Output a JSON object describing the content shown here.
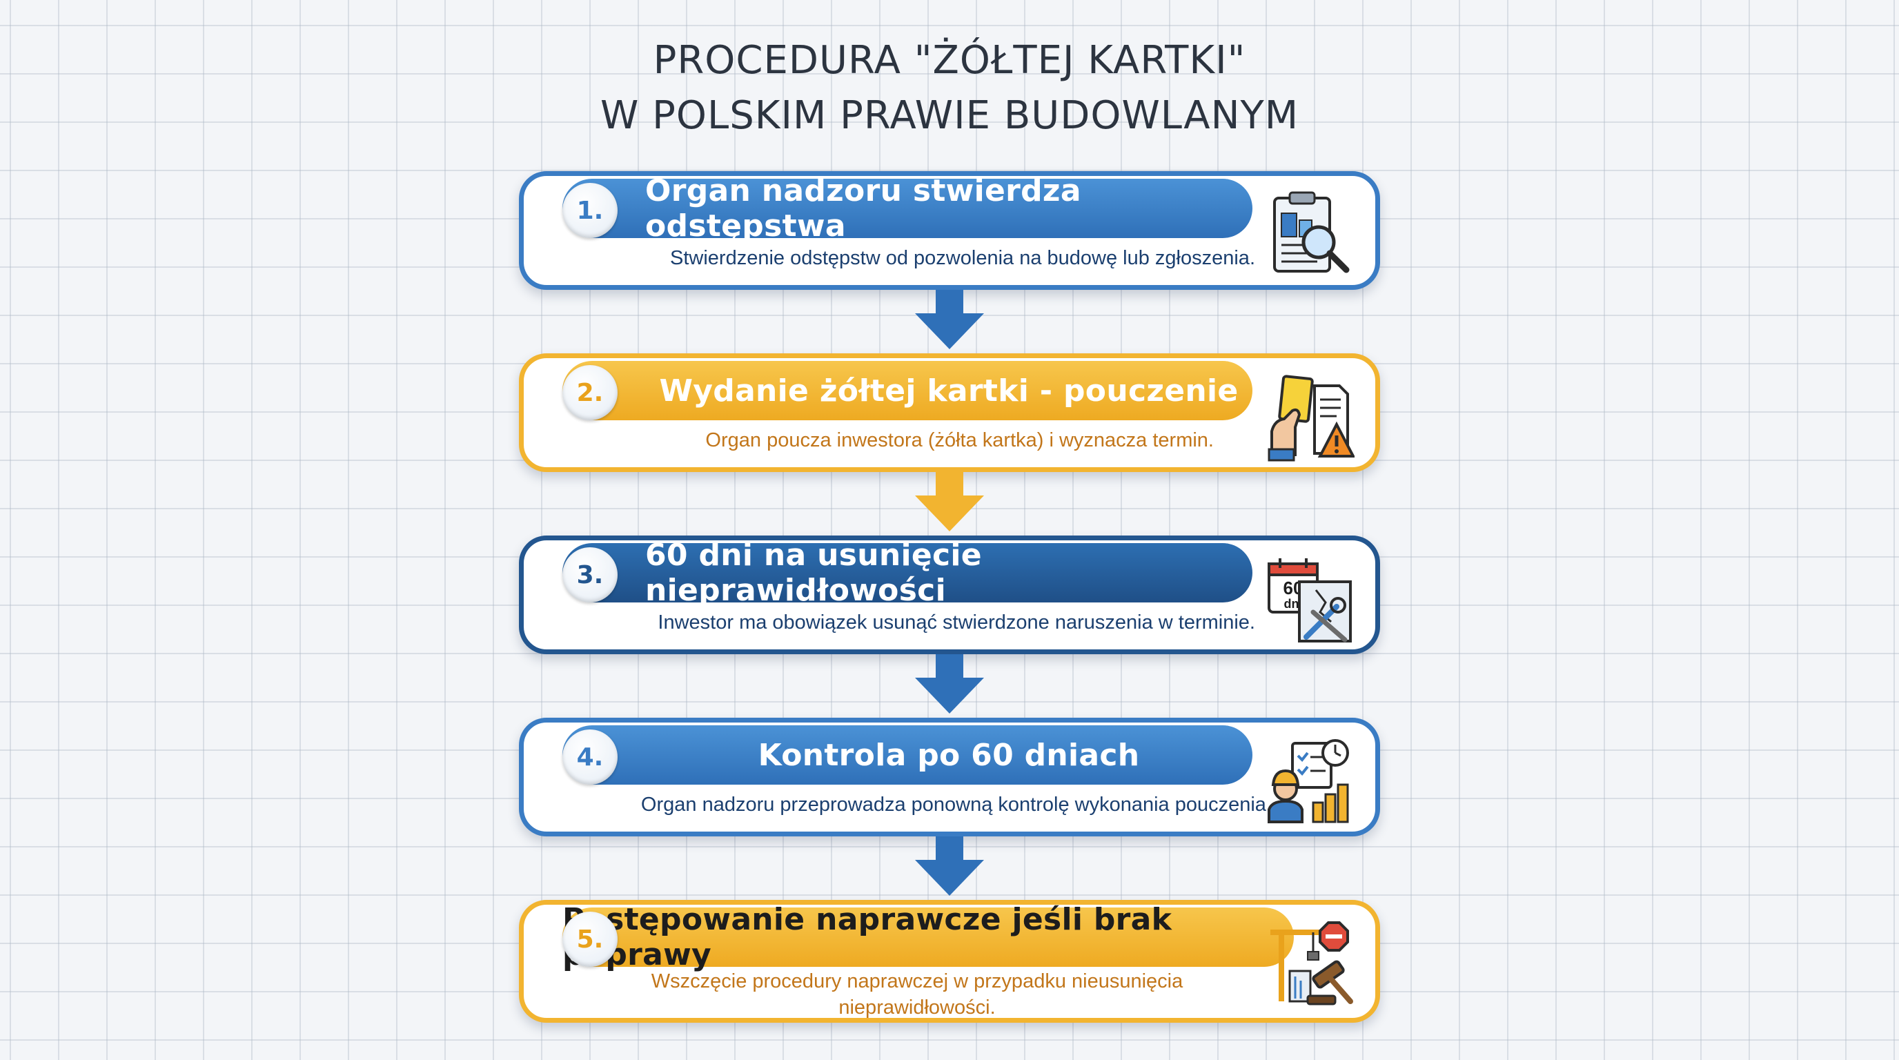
{
  "title": {
    "line1": "PROCEDURA \"ŻÓŁTEJ KARTKI\"",
    "line2": "W POLSKIM PRAWIE BUDOWLANYM"
  },
  "steps": [
    {
      "number": "1.",
      "heading": "Organ nadzoru stwierdza odstępstwa",
      "description": "Stwierdzenie odstępstw od pozwolenia na budowę lub zgłoszenia.",
      "color": "#3a7cc4",
      "icon": "clipboard-magnifier-icon"
    },
    {
      "number": "2.",
      "heading": "Wydanie żółtej kartki - pouczenie",
      "description": "Organ poucza inwestora (żółta kartka) i wyznacza termin.",
      "color": "#f2b430",
      "icon": "yellow-card-warning-icon"
    },
    {
      "number": "3.",
      "heading": "60 dni na usunięcie nieprawidłowości",
      "description": "Inwestor ma obowiązek usunąć stwierdzone naruszenia w terminie.",
      "color": "#23568f",
      "icon": "calendar-60-days-repair-icon",
      "icon_text": "60",
      "icon_text2": "dni"
    },
    {
      "number": "4.",
      "heading": "Kontrola po 60 dniach",
      "description": "Organ nadzoru przeprowadza ponowną kontrolę wykonania pouczenia.",
      "color": "#3a7cc4",
      "icon": "inspector-checklist-icon"
    },
    {
      "number": "5.",
      "heading": "Postępowanie naprawcze jeśli brak poprawy",
      "description_line1": "Wszczęcie procedury naprawczej w przypadku nieusunięcia",
      "description_line2": "nieprawidłowości.",
      "color": "#f2b430",
      "icon": "crane-stop-gavel-icon"
    }
  ],
  "arrow_colors": [
    "#2f70b8",
    "#f2b430",
    "#2f70b8",
    "#2f70b8"
  ]
}
